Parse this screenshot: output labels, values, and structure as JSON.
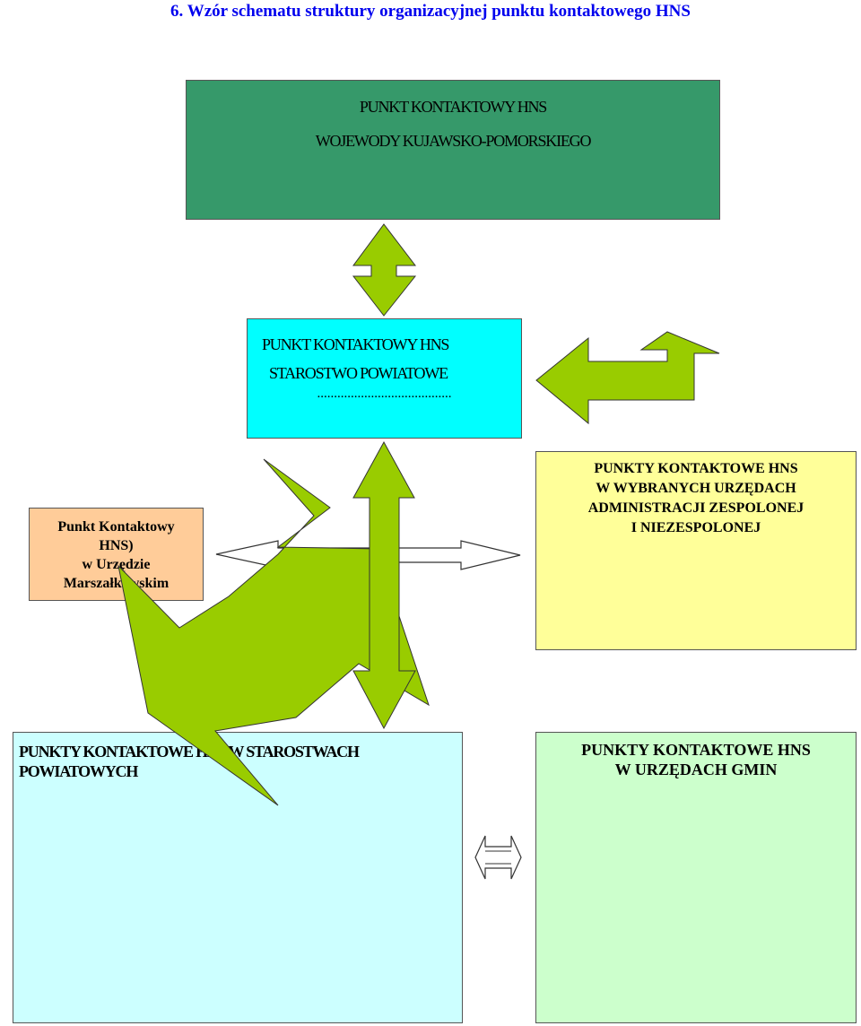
{
  "title": "6.  Wzór schematu struktury organizacyjnej punktu kontaktowego HNS",
  "colors": {
    "wojewoda_fill": "#36996a",
    "starostwo_fill": "#00ffff",
    "marszalek_fill": "#ffcc99",
    "zespolone_fill": "#ffff99",
    "powiaty_fill": "#ccffff",
    "gminy_fill": "#ccffcc",
    "arrow_fill": "#99cc00",
    "title_color": "#0000ee"
  },
  "boxes": {
    "wojewoda": {
      "line1": "PUNKT  KONTAKTOWY  HNS",
      "line2": "WOJEWODY  KUJAWSKO-POMORSKIEGO"
    },
    "starostwo": {
      "line1": "PUNKT KONTAKTOWY HNS",
      "line2": "STAROSTWO  POWIATOWE",
      "line3": "........................................"
    },
    "marszalek": {
      "line1": "Punkt Kontaktowy",
      "line2": "HNS)",
      "line3": "w Urzędzie",
      "line4": "Marszałkowskim"
    },
    "zespolone": {
      "line1": "PUNKTY KONTAKTOWE HNS",
      "line2": "W WYBRANYCH URZĘDACH",
      "line3": "ADMINISTRACJI ZESPOLONEJ",
      "line4": "I NIEZESPOLONEJ"
    },
    "powiaty": {
      "line1": "PUNKTY KONTAKTOWE HNS W STAROSTWACH",
      "line2": "POWIATOWYCH"
    },
    "gminy": {
      "line1": "PUNKTY KONTAKTOWE HNS",
      "line2": "W URZĘDACH GMIN"
    }
  },
  "arrows": [
    "double-arrow-wojewoda-starostwo",
    "bent-arrow-zespolone-starostwo",
    "double-arrow-starostwo-powiaty",
    "double-arrow-marszalek-zespolone",
    "bent-arrow-marszalek-powiaty",
    "double-arrow-powiaty-gminy"
  ]
}
